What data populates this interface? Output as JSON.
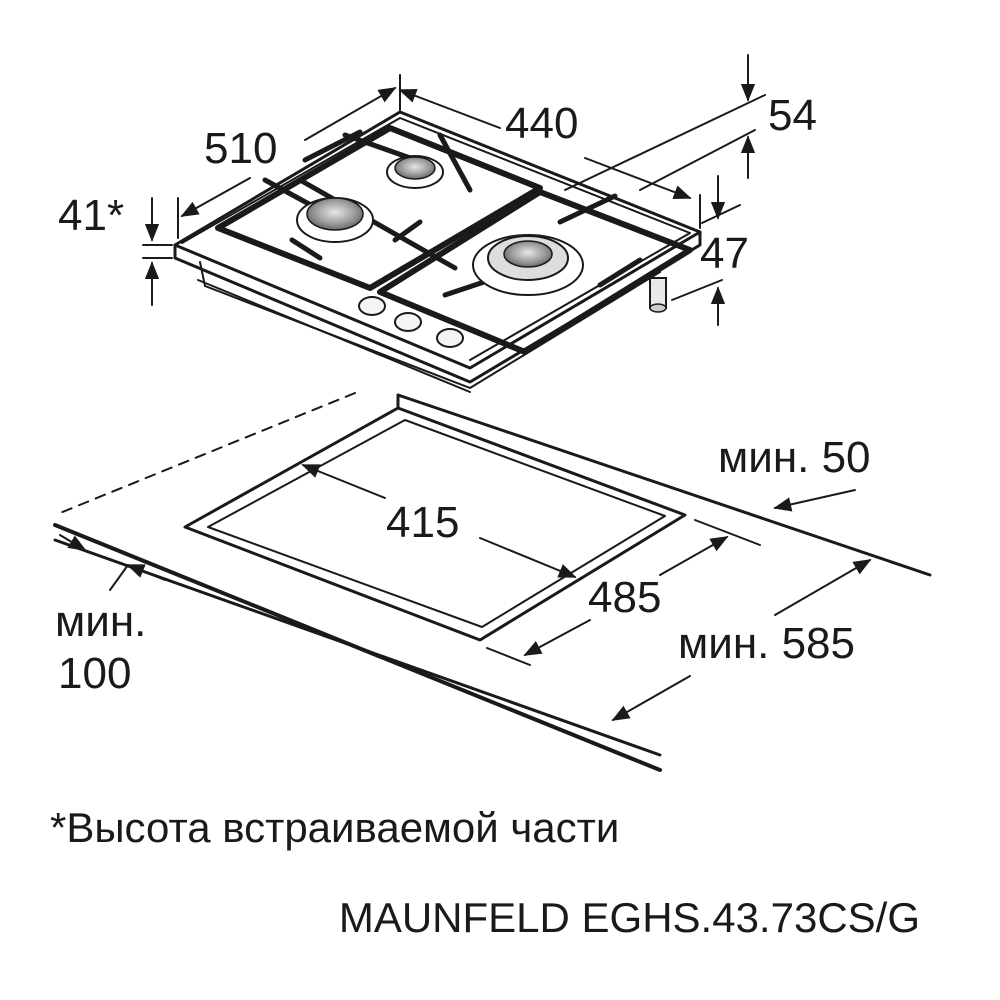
{
  "dimensions": {
    "hob_width": "440",
    "hob_depth": "510",
    "hob_height": "54",
    "hob_base_height": "47",
    "built_in_height": "41*",
    "cutout_depth": "415",
    "cutout_width": "485",
    "min_back": "мин. 50",
    "min_side": "мин. 585",
    "min_front_line1": "мин.",
    "min_front_line2": "100"
  },
  "footnote": "*Высота встраиваемой части",
  "model": "MAUNFELD EGHS.43.73CS/G"
}
